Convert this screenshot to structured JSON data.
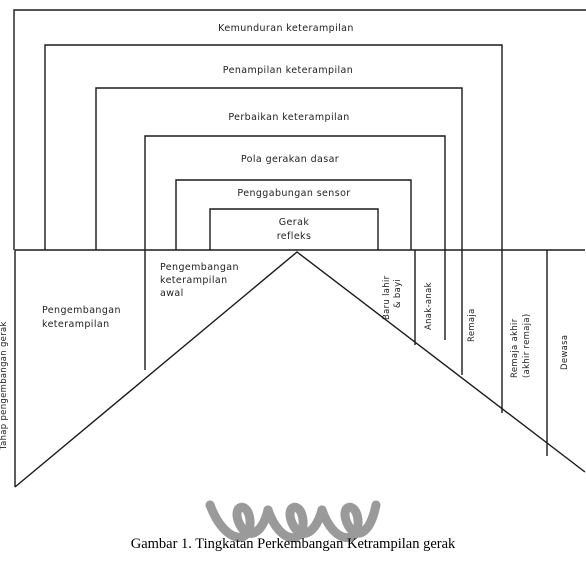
{
  "diagram": {
    "levels": {
      "kemunduran": "Kemunduran keterampilan",
      "penampilan": "Penampilan keterampilan",
      "perbaikan": "Perbaikan keterampilan",
      "pola": "Pola gerakan dasar",
      "penggabungan": "Penggabungan sensor",
      "gerak_line1": "Gerak",
      "gerak_line2": "refleks"
    },
    "lower_labels": {
      "pengembangan_line1": "Pengembangan",
      "pengembangan_line2": "keterampilan",
      "awal_line1": "Pengembangan",
      "awal_line2": "keterampilan",
      "awal_line3": "awal"
    },
    "age_labels": {
      "baru_lahir_line1": "Baru lahir",
      "baru_lahir_line2": "& bayi",
      "anak": "Anak-anak",
      "remaja": "Remaja",
      "remaja_akhir_line1": "Remaja akhir",
      "remaja_akhir_line2": "(akhir remaja)",
      "dewasa": "Dewasa"
    },
    "side_label": "Tahap pengembangan gerak"
  },
  "caption": "Gambar 1. Tingkatan Perkembangan Ketrampilan gerak",
  "watermark_color": "#9a9a9a"
}
